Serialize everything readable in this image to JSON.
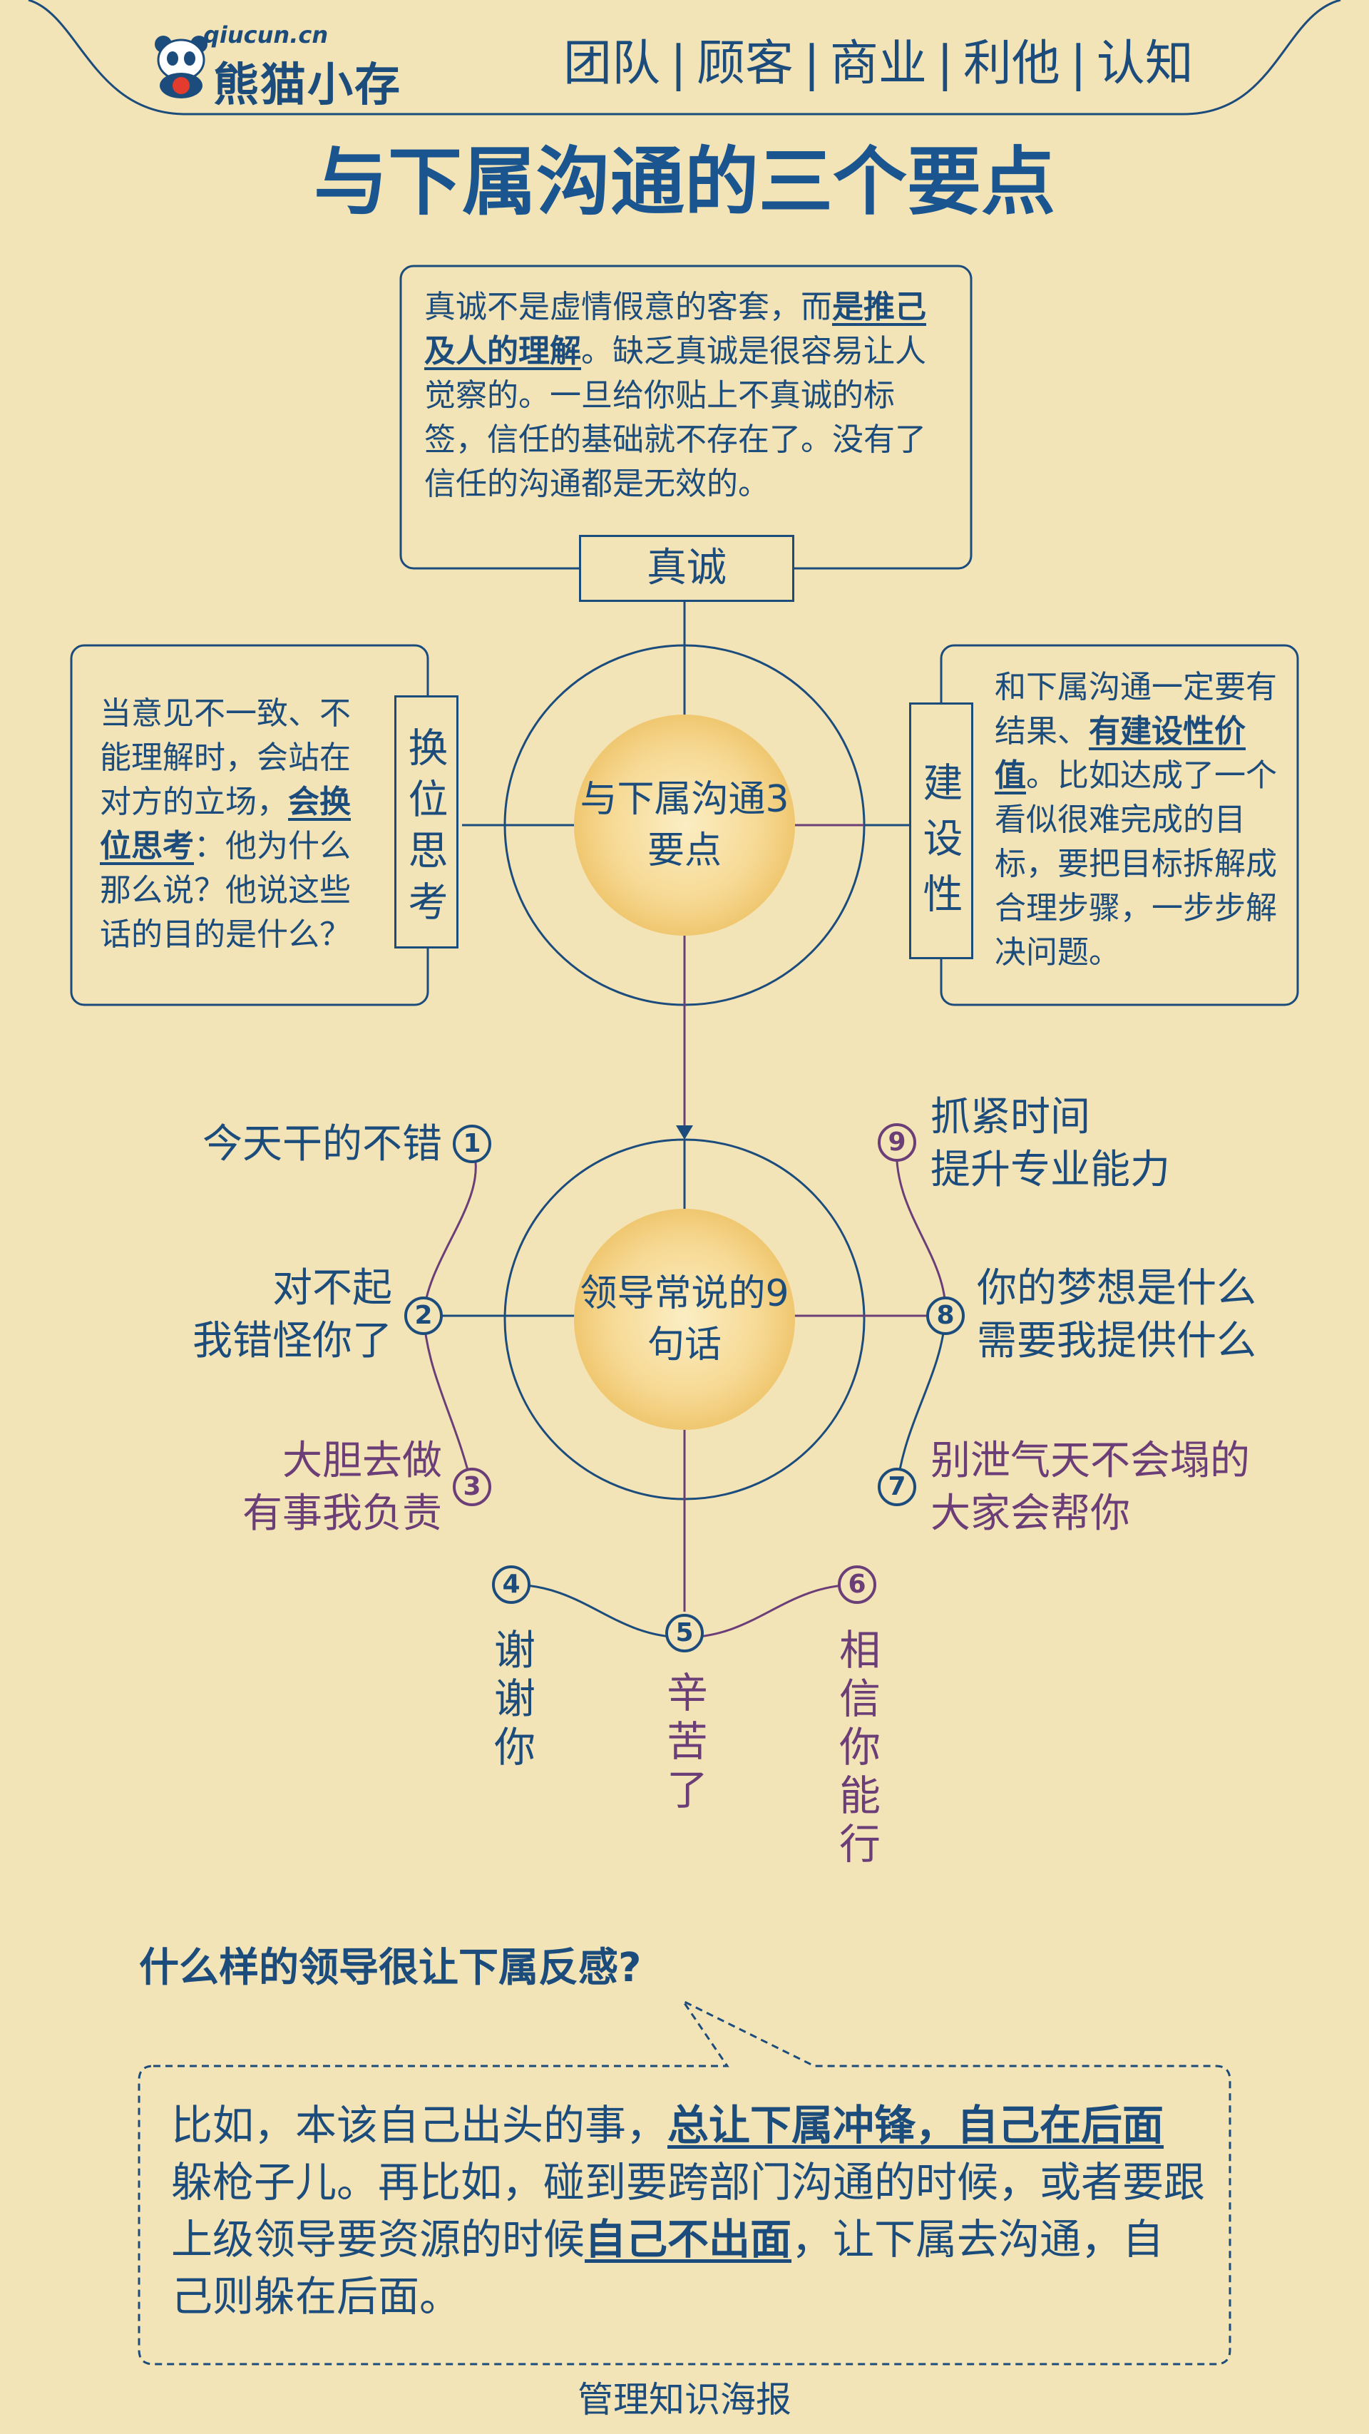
{
  "header": {
    "brand_url": "qiucun.cn",
    "brand_name": "熊猫小存",
    "nav": [
      "团队",
      "顾客",
      "商业",
      "利他",
      "认知"
    ]
  },
  "title": "与下属沟通的三个要点",
  "top_box": {
    "tag": "真诚",
    "text_before": "真诚不是虚情假意的客套，而",
    "text_bold": "是推己及人的理解",
    "text_after": "。缺乏真诚是很容易让人觉察的。一旦给你贴上不真诚的标签，信任的基础就不存在了。没有了信任的沟通都是无效的。"
  },
  "left_box": {
    "tag": "换位思考",
    "text_before": "当意见不一致、不能理解时，会站在对方的立场，",
    "text_bold": "会换位思考",
    "text_after": "：他为什么那么说？他说这些话的目的是什么？"
  },
  "right_box": {
    "tag": "建设性",
    "text_before": "和下属沟通一定要有结果、",
    "text_bold": "有建设性价值",
    "text_after": "。比如达成了一个看似很难完成的目标，要把目标拆解成合理步骤，一步步解决问题。"
  },
  "hub1": "与下属沟通3要点",
  "hub2": "领导常说的9句话",
  "sayings": [
    {
      "num": "1",
      "text": "今天干的不错"
    },
    {
      "num": "2",
      "text": "对不起\n我错怪你了"
    },
    {
      "num": "3",
      "text": "大胆去做\n有事我负责"
    },
    {
      "num": "4",
      "text": "谢谢你"
    },
    {
      "num": "5",
      "text": "辛苦了"
    },
    {
      "num": "6",
      "text": "相信你能行"
    },
    {
      "num": "7",
      "text": "别泄气天不会塌的\n大家会帮你"
    },
    {
      "num": "8",
      "text": "你的梦想是什么\n需要我提供什么"
    },
    {
      "num": "9",
      "text": "抓紧时间\n提升专业能力"
    }
  ],
  "question": "什么样的领导很让下属反感?",
  "answer": {
    "p1": "比如，本该自己出头的事，",
    "b1": "总让下属冲锋，自己在后面",
    "p2": "躲枪子儿。再比如，碰到要跨部门沟通的时候，或者要跟上级领导要资源的时候",
    "b2": "自己不出面",
    "p3": "，让下属去沟通，自己则躲在后面。"
  },
  "footer": "管理知识海报",
  "colors": {
    "navy": "#1c4c7c",
    "purple": "#6b3e78",
    "background": "#f3e4b8"
  }
}
